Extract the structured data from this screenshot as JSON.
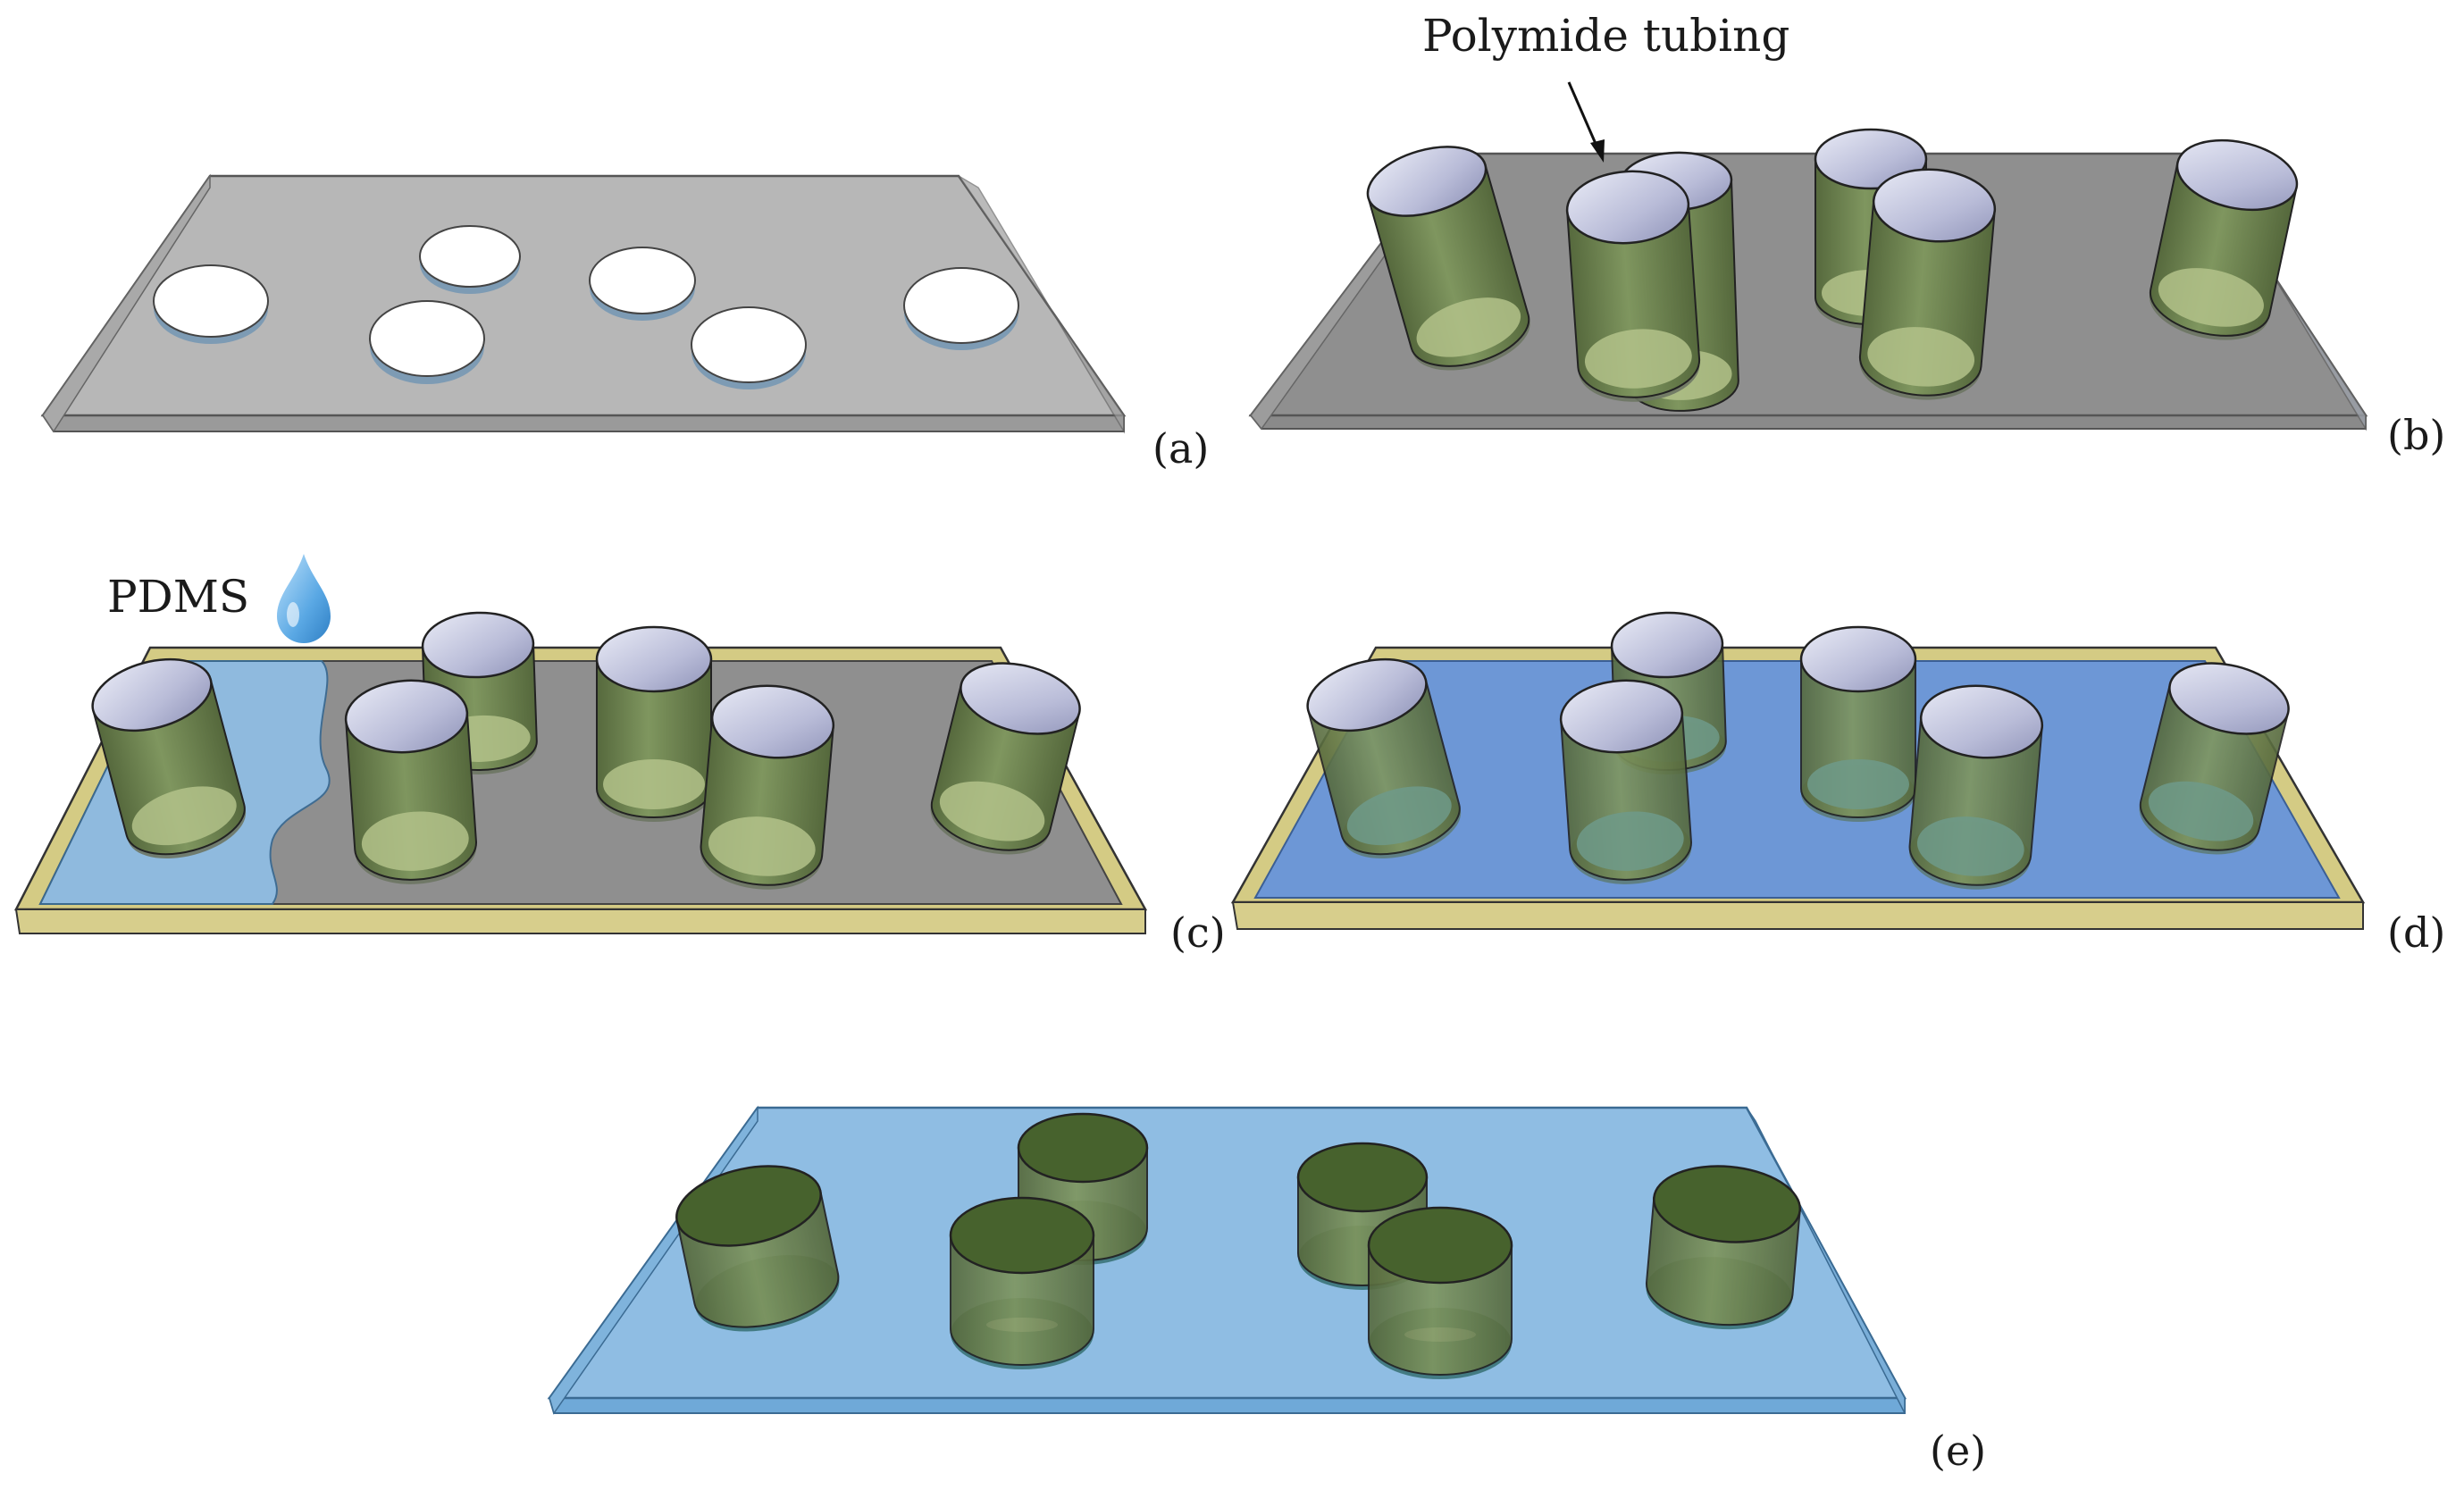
{
  "annotations": {
    "tubing_label": "Polymide tubing",
    "pdms_label": "PDMS"
  },
  "panels": [
    {
      "id": "a",
      "caption": "(a)",
      "stage": "plate with holes"
    },
    {
      "id": "b",
      "caption": "(b)",
      "stage": "tubing inserted"
    },
    {
      "id": "c",
      "caption": "(c)",
      "stage": "PDMS pouring"
    },
    {
      "id": "d",
      "caption": "(d)",
      "stage": "PDMS filled"
    },
    {
      "id": "e",
      "caption": "(e)",
      "stage": "demolded PDMS with tubing"
    }
  ],
  "colors": {
    "plate_gray": "#b7b7b7",
    "plate_dark": "#8e8e8e",
    "tube_green": "#6f8752",
    "tube_inner": "#b9bcd8",
    "pdms_light": "#8fbde3",
    "pdms_deep": "#6d97d6",
    "frame_yellow": "#d4cb84",
    "drop_blue": "#5aa8e4"
  }
}
